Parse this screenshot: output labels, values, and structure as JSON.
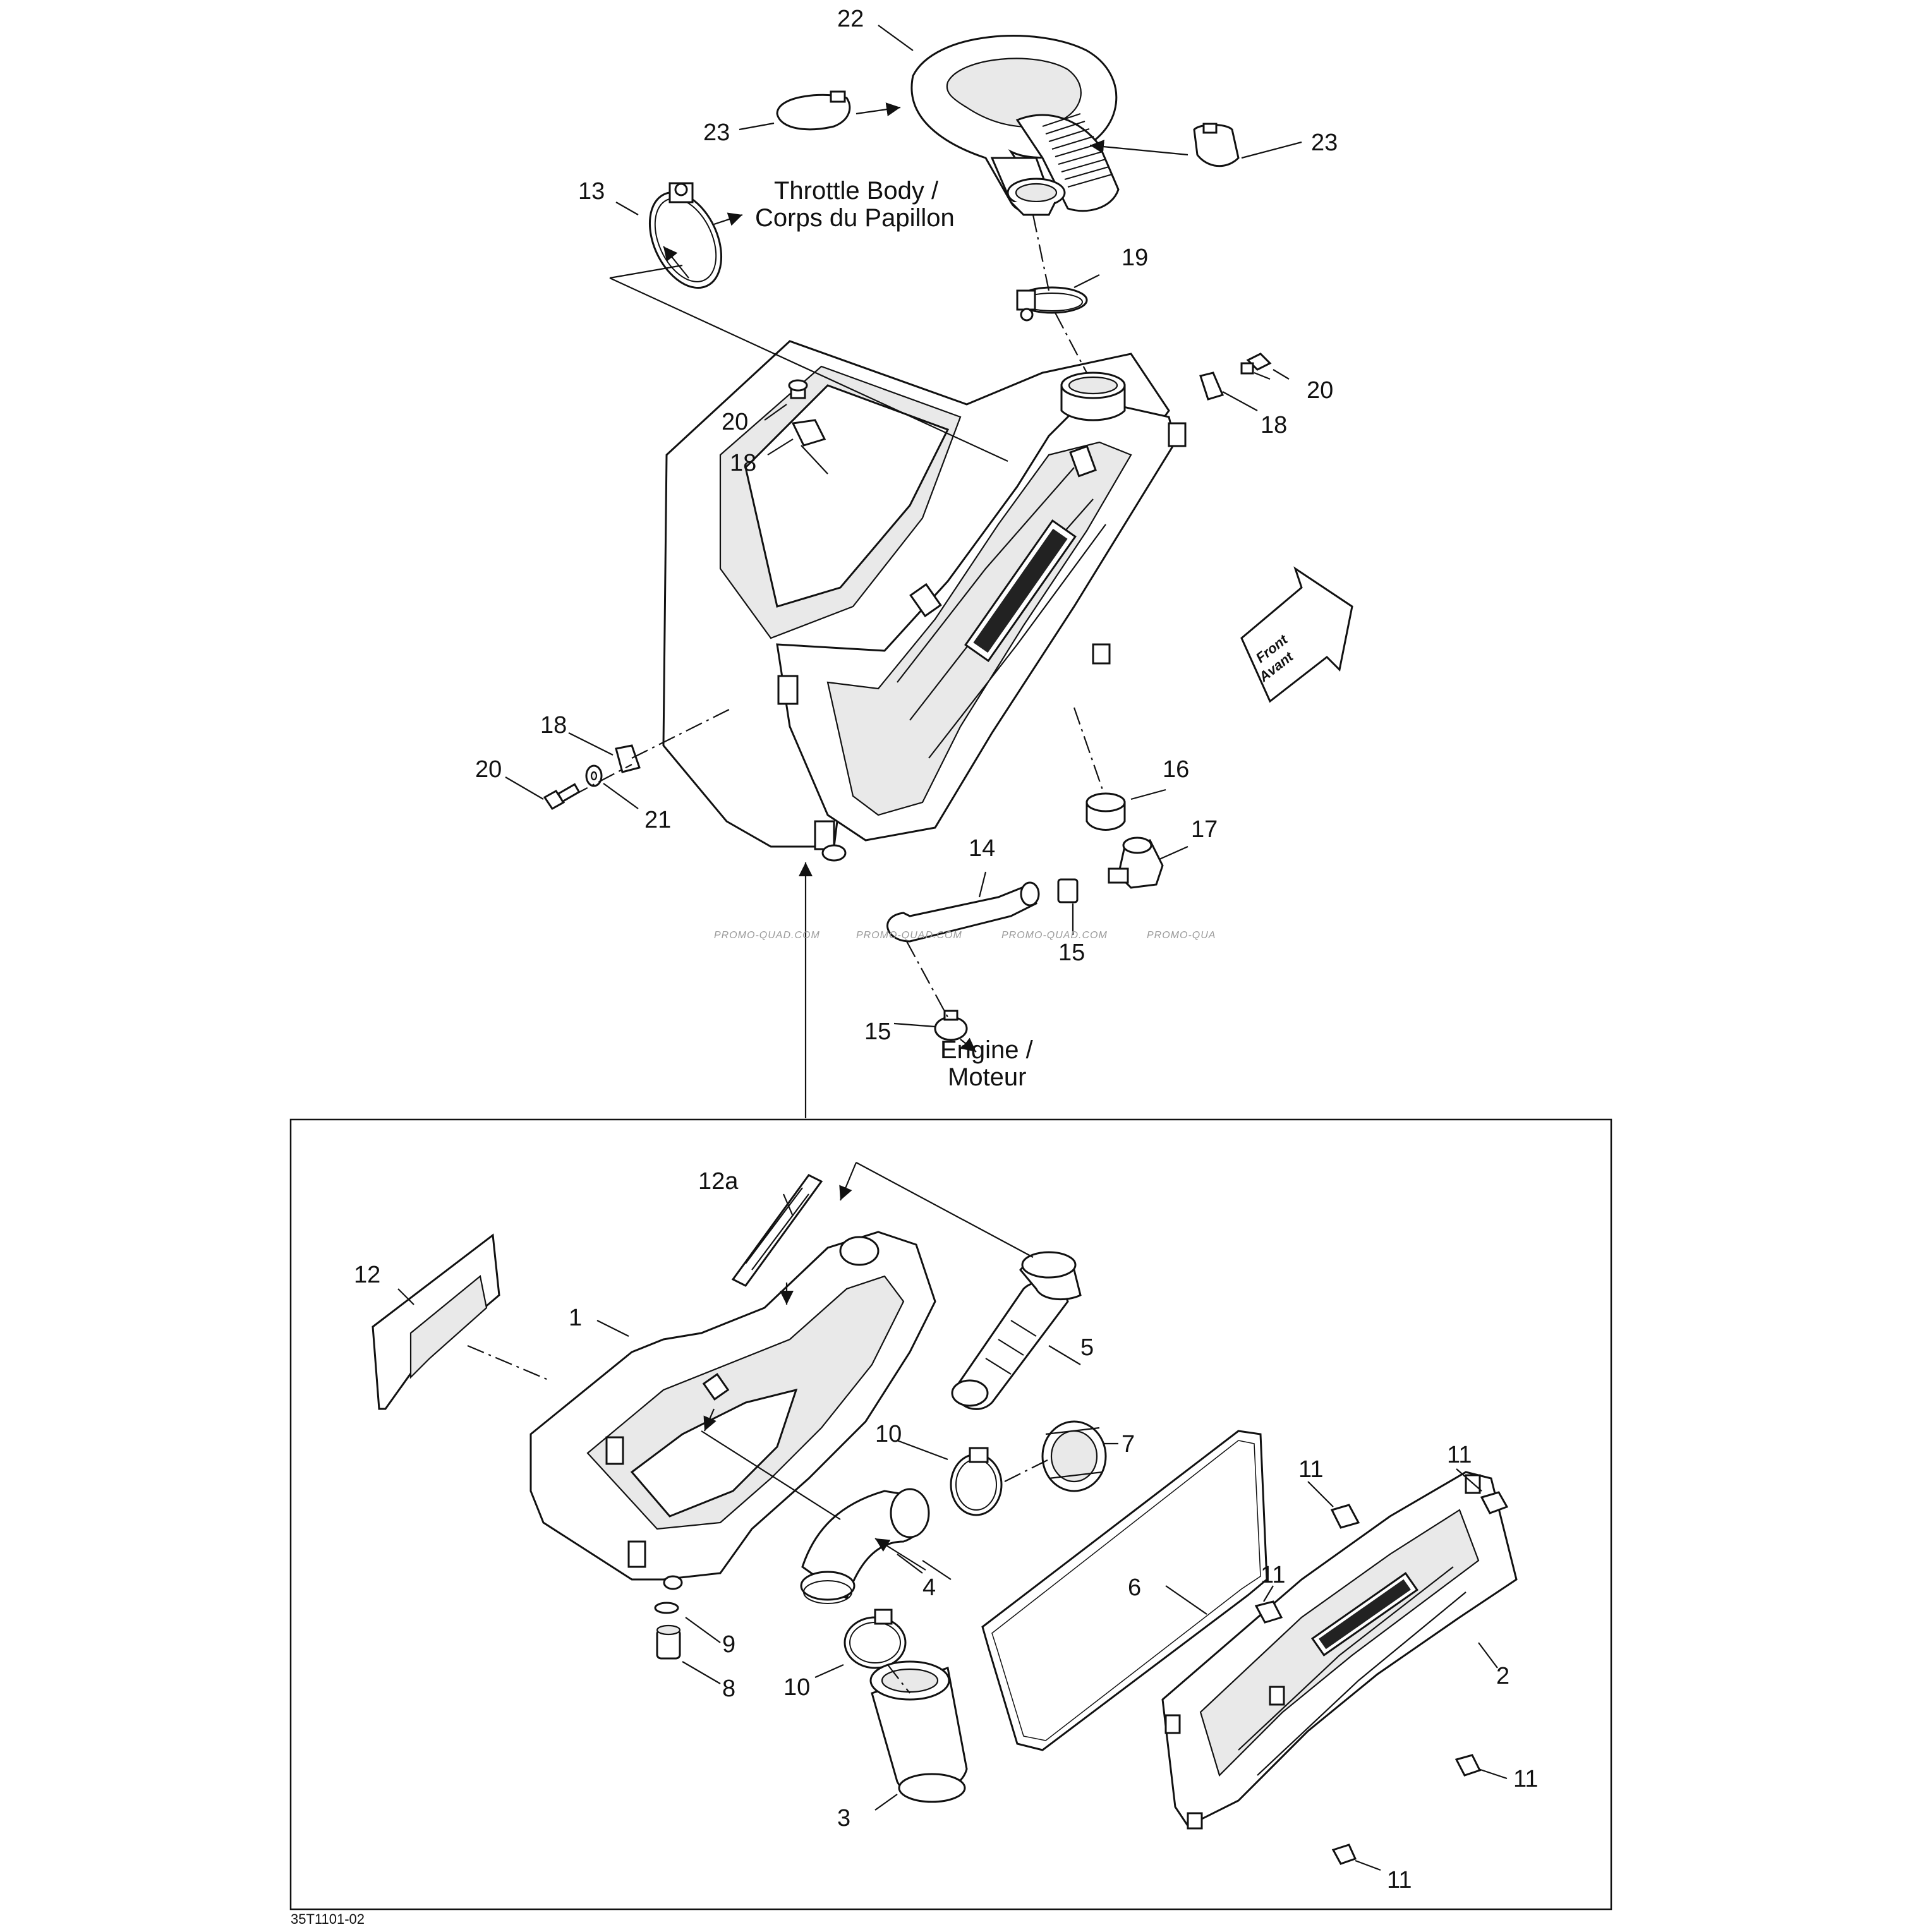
{
  "document_code": "35T1101-02",
  "watermark": [
    "PROMO-QUAD.COM",
    "PROMO-QUAD.COM",
    "PROMO-QUAD.COM",
    "PROMO-QUA"
  ],
  "front_badge": {
    "line1": "Front",
    "line2": "Avant"
  },
  "notes": {
    "throttle_l1": "Throttle Body /",
    "throttle_l2": "Corps du Papillon",
    "engine_l1": "Engine /",
    "engine_l2": "Moteur"
  },
  "callouts": {
    "c22": "22",
    "c23a": "23",
    "c23b": "23",
    "c13": "13",
    "c19": "19",
    "c20a": "20",
    "c18a": "18",
    "c20b": "20",
    "c18b": "18",
    "c18c": "18",
    "c20c": "20",
    "c21": "21",
    "c16": "16",
    "c17": "17",
    "c14": "14",
    "c15a": "15",
    "c15b": "15",
    "c12a": "12a",
    "c12": "12",
    "c1": "1",
    "c5": "5",
    "c10a": "10",
    "c7": "7",
    "c4": "4",
    "c9": "9",
    "c8": "8",
    "c10b": "10",
    "c3": "3",
    "c6": "6",
    "c11a": "11",
    "c11b": "11",
    "c11c": "11",
    "c11d": "11",
    "c11e": "11",
    "c2": "2"
  }
}
